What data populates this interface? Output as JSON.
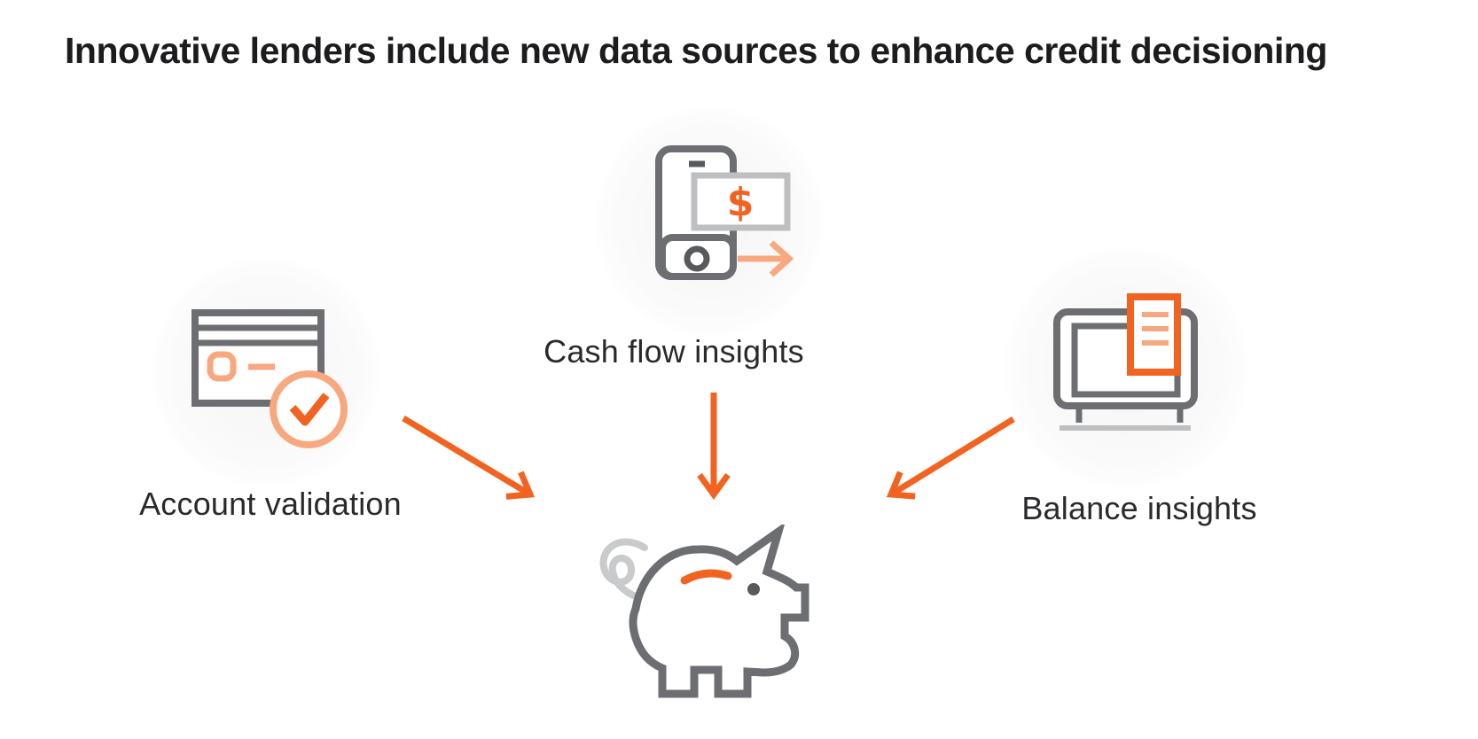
{
  "title": "Innovative lenders include new data sources to enhance credit decisioning",
  "diagram": {
    "type": "flow",
    "description": "three data-source icons with arrows converging on a piggy bank",
    "center": {
      "name": "credit-decisioning",
      "icon": "piggy-bank-icon"
    },
    "sources": [
      {
        "label": "Account validation",
        "icon": "credit-card-check-icon"
      },
      {
        "label": "Cash flow insights",
        "icon": "phone-money-transfer-icon",
        "currency_symbol": "$"
      },
      {
        "label": "Balance insights",
        "icon": "monitor-receipt-icon"
      }
    ]
  },
  "colors": {
    "accent_orange": "#f26322",
    "light_orange": "#f8a87f",
    "icon_gray": "#6d6e71",
    "icon_dark_gray": "#58595b",
    "light_gray": "#bdbfc1",
    "tail_gray": "#c9cacc",
    "text": "#1c1c1e",
    "background": "#ffffff"
  }
}
